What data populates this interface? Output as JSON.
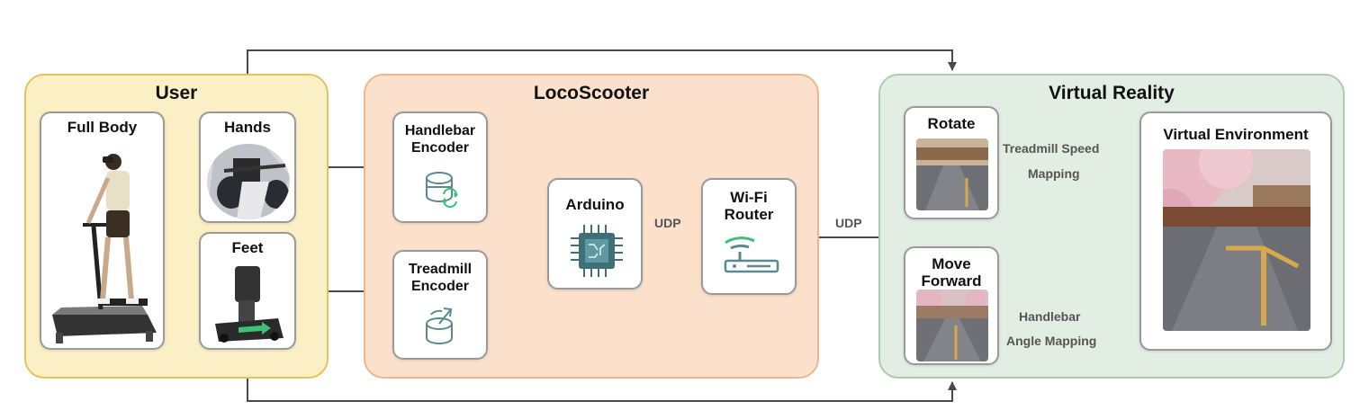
{
  "user": {
    "title": "User",
    "full_body": "Full Body",
    "hands": "Hands",
    "feet": "Feet"
  },
  "loco": {
    "title": "LocoScooter",
    "handlebar_encoder": [
      "Handlebar",
      "Encoder"
    ],
    "treadmill_encoder": [
      "Treadmill",
      "Encoder"
    ],
    "arduino": "Arduino",
    "router": [
      "Wi-Fi",
      "Router"
    ],
    "udp_1": "UDP"
  },
  "udp_2": "UDP",
  "vr": {
    "title": "Virtual Reality",
    "rotate": "Rotate",
    "move_forward": [
      "Move",
      "Forward"
    ],
    "treadmill_speed": [
      "Treadmill Speed",
      "Mapping"
    ],
    "handlebar_angle": [
      "Handlebar",
      "Angle Mapping"
    ],
    "virtual_env": "Virtual Environment"
  },
  "colors": {
    "user_panel": "#fbefc5",
    "loco_panel": "#fbe1cb",
    "vr_panel": "#e2eee3",
    "arrow": "#4a4a4a",
    "icon_teal": "#5a8a8e",
    "icon_green": "#3fbf7a"
  }
}
